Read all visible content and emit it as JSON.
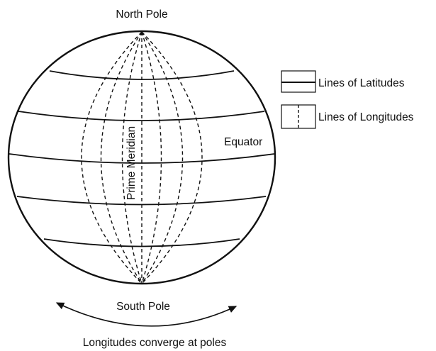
{
  "labels": {
    "north_pole": "North Pole",
    "south_pole": "South Pole",
    "prime_meridian": "Prime Meridian",
    "equator": "Equator",
    "caption": "Longitudes converge at poles"
  },
  "legend": {
    "latitudes": "Lines of Latitudes",
    "longitudes": "Lines of Longitudes"
  }
}
